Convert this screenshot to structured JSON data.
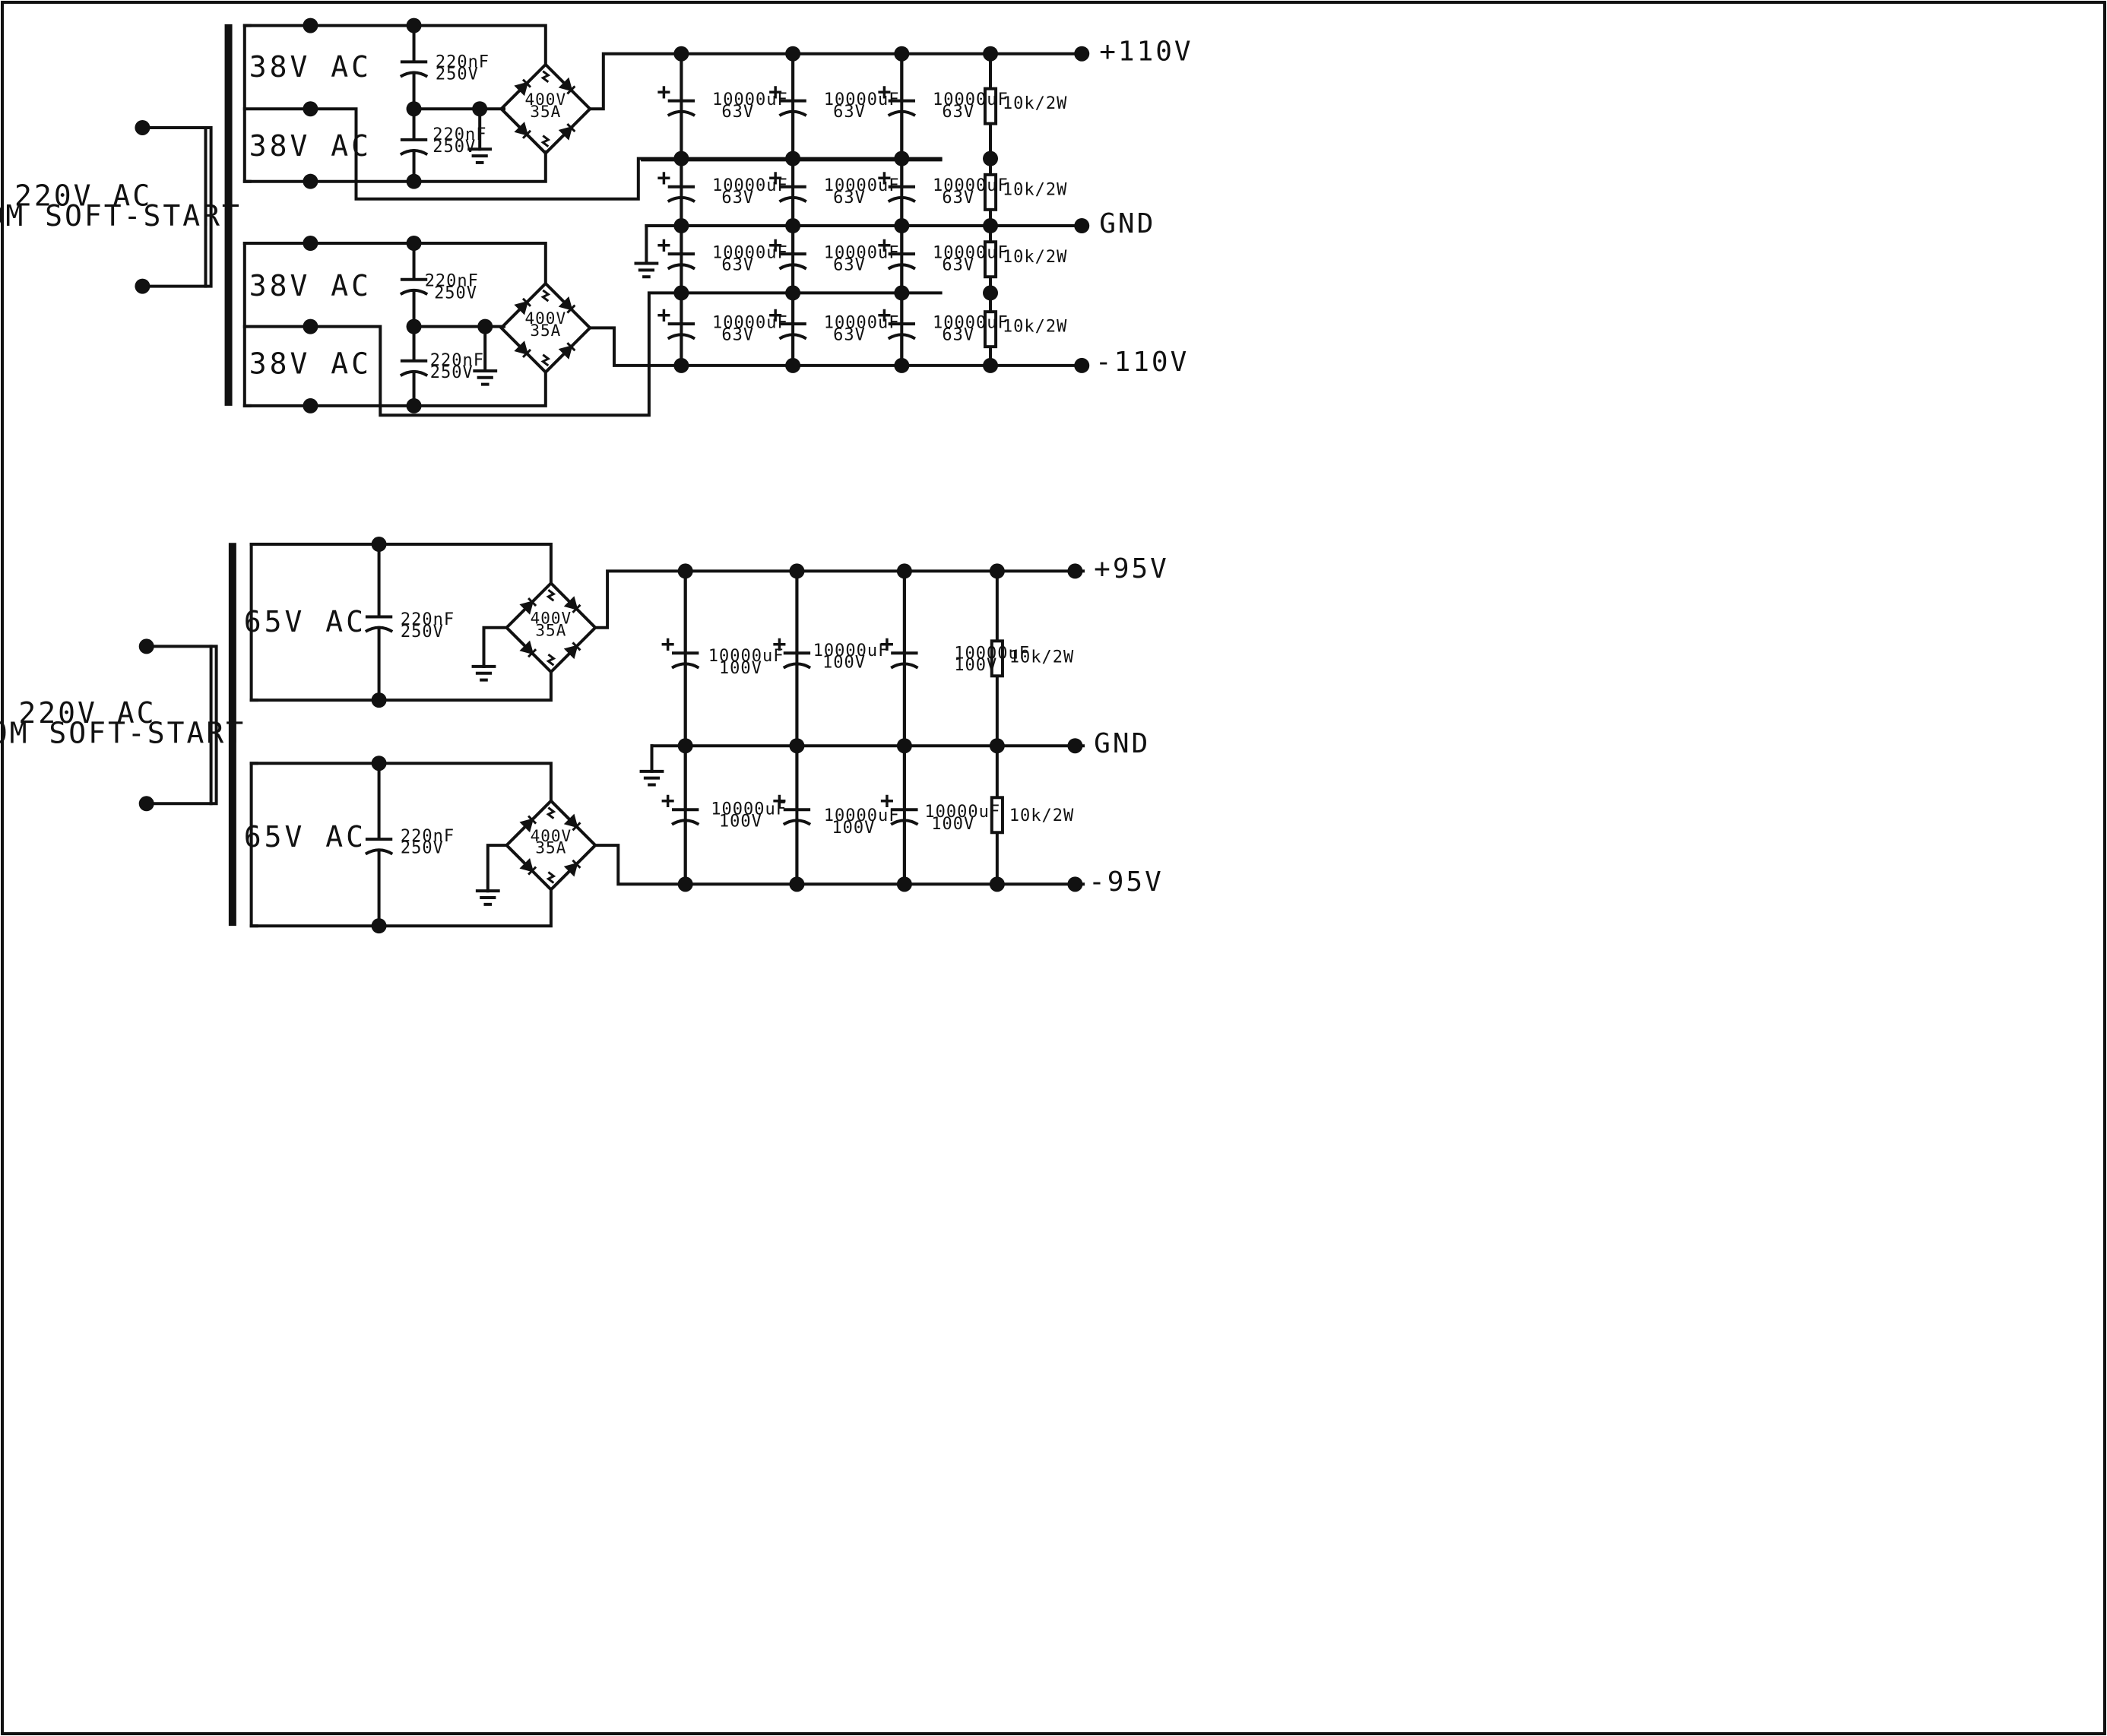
{
  "colors": {
    "ink": "#111111",
    "paper": "#ffffff"
  },
  "supply_110": {
    "input_label_line1": "220V AC",
    "input_label_line2": "FROM SOFT-START",
    "secondary_labels": [
      "38V AC",
      "38V AC",
      "38V AC",
      "38V AC"
    ],
    "filter_cap_line1": "220nF",
    "filter_cap_line2": "250V",
    "bridge_line1": "400V",
    "bridge_line2": "35A",
    "electrolytic_line1": "10000uF",
    "electrolytic_line2": "63V",
    "bleeder_resistor": "10k/2W",
    "rail_positive": "+110V",
    "rail_ground": "GND",
    "rail_negative": "-110V"
  },
  "supply_95": {
    "input_label_line1": "220V AC",
    "input_label_line2": "FROM SOFT-START",
    "secondary_labels": [
      "65V AC",
      "65V AC"
    ],
    "filter_cap_line1": "220nF",
    "filter_cap_line2": "250V",
    "bridge_line1": "400V",
    "bridge_line2": "35A",
    "electrolytic_line1": "10000uF",
    "electrolytic_line2": "100V",
    "bleeder_resistor": "10k/2W",
    "rail_positive": "+95V",
    "rail_ground": "GND",
    "rail_negative": "-95V"
  },
  "polarity_mark": "+"
}
